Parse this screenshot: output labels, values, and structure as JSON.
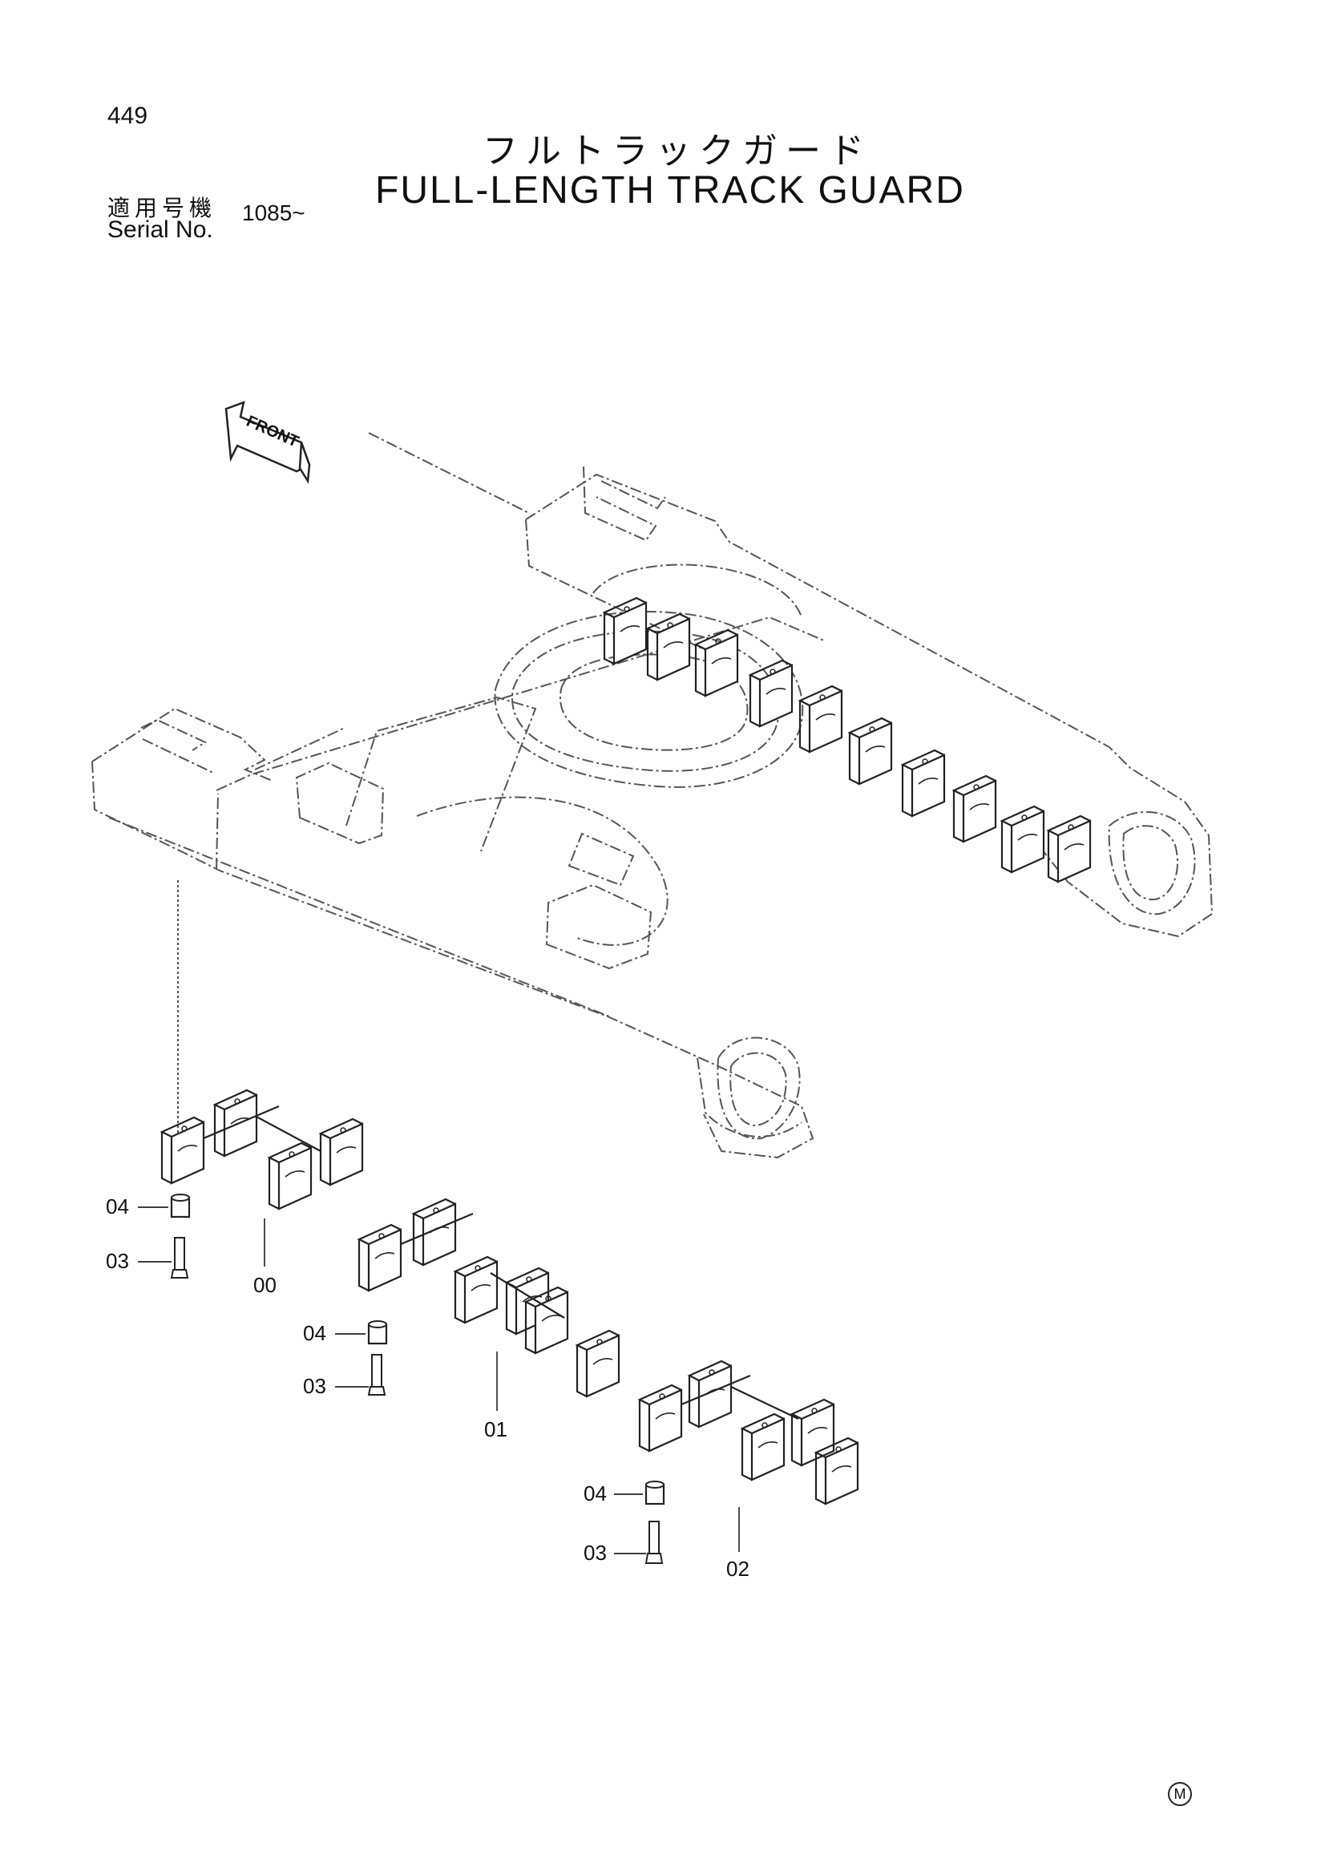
{
  "header": {
    "page_no": "449",
    "title_jp": "フルトラックガード",
    "title_en": "FULL-LENGTH TRACK GUARD",
    "serial_label_jp": "適用号機",
    "serial_label_en": "Serial No.",
    "serial_value": "1085~"
  },
  "front_arrow": {
    "label": "FRONT"
  },
  "callouts": {
    "g1": {
      "item_04": "04",
      "item_03": "03",
      "item_guard": "00"
    },
    "g2": {
      "item_04": "04",
      "item_03": "03",
      "item_guard": "01"
    },
    "g3": {
      "item_04": "04",
      "item_03": "03",
      "item_guard": "02"
    }
  },
  "footer": {
    "mark": "M"
  },
  "colors": {
    "line": "#222222",
    "ghost_line": "#555555",
    "paper": "#ffffff"
  }
}
